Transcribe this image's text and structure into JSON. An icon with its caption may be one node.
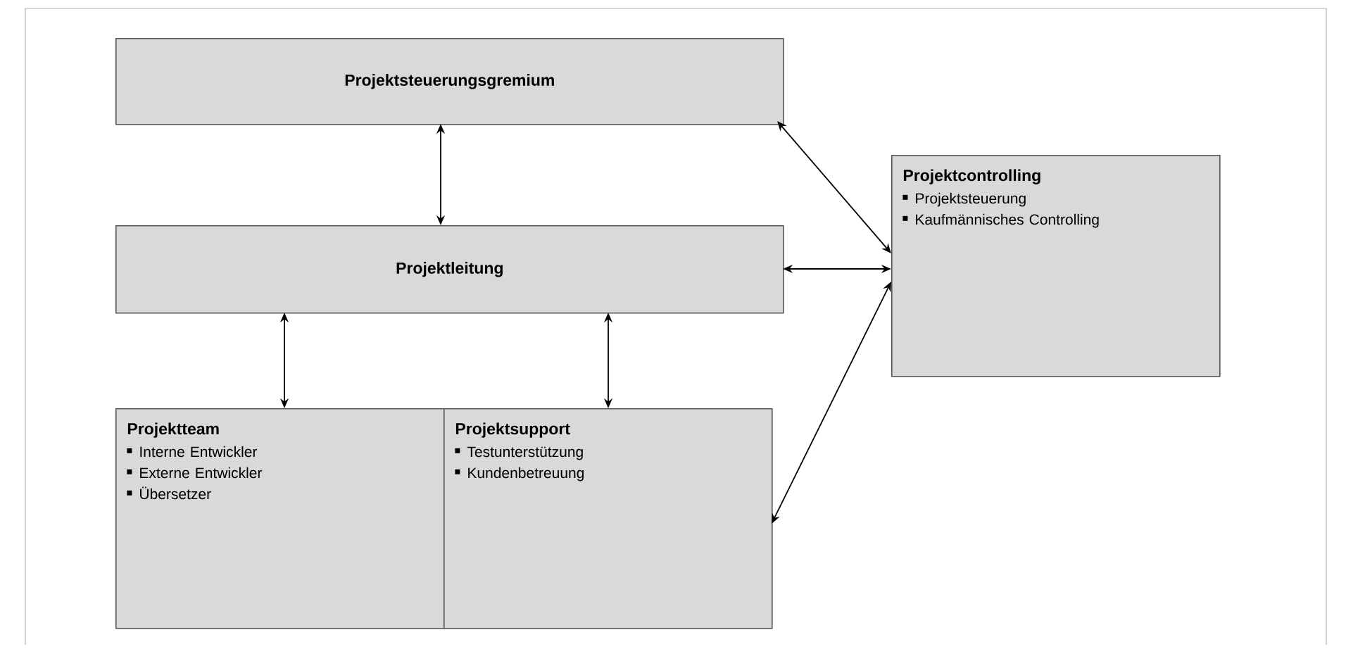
{
  "diagram": {
    "nodes": [
      {
        "text": [
          "Projektsteuerungsgremium"
        ]
      },
      {
        "text": [
          "Projektleitung"
        ]
      },
      {
        "text": [
          "Projektteam",
          "Interne Entwickler",
          "Externe Entwickler",
          "Übersetzer"
        ]
      },
      {
        "text": [
          "Projektsupport",
          "Testunterstützung",
          "Kundenbetreuung"
        ]
      },
      {
        "text": [
          "Projektcontrolling",
          "Projektsteuerung",
          "Kaufmännisches Controlling"
        ]
      }
    ],
    "edges": [
      {
        "from": 0,
        "to": 1,
        "arrow": "both"
      },
      {
        "from": 1,
        "to": 2,
        "arrow": "both"
      },
      {
        "from": 1,
        "to": 3,
        "arrow": "both"
      },
      {
        "from": 0,
        "to": 4,
        "arrow": "both"
      },
      {
        "from": 1,
        "to": 4,
        "arrow": "both"
      },
      {
        "from": 3,
        "to": 4,
        "arrow": "both"
      }
    ]
  }
}
